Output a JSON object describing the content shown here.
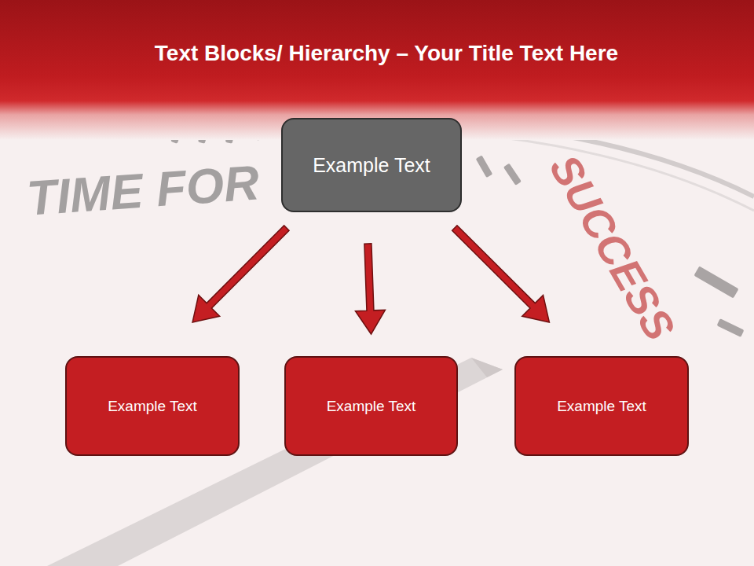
{
  "diagram": {
    "title": "Text Blocks/ Hierarchy – Your Title Text Here",
    "nodes": [
      {
        "text": [
          "Example Text"
        ]
      },
      {
        "text": [
          "Example Text"
        ]
      },
      {
        "text": [
          "Example Text"
        ]
      },
      {
        "text": [
          "Example Text"
        ]
      }
    ],
    "edges": [
      {
        "from": 0,
        "to": 1,
        "arrow": "to"
      },
      {
        "from": 0,
        "to": 2,
        "arrow": "to"
      },
      {
        "from": 0,
        "to": 3,
        "arrow": "to"
      }
    ],
    "labels": [
      "TIME FOR",
      "SUCCESS"
    ]
  }
}
